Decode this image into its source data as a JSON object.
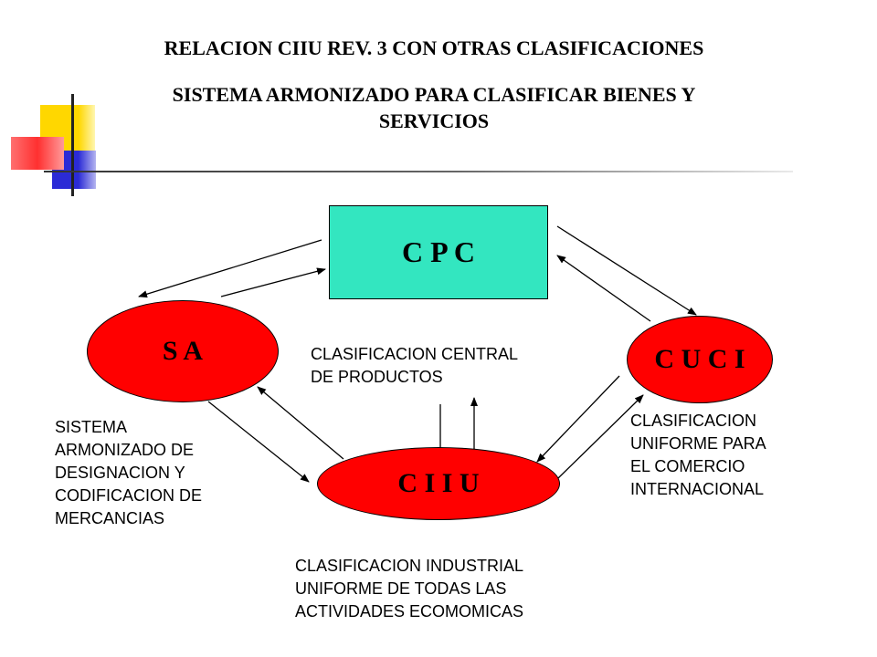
{
  "title": {
    "line1": "RELACION CIIU REV. 3 CON OTRAS CLASIFICACIONES",
    "line2": "SISTEMA ARMONIZADO PARA CLASIFICAR BIENES Y",
    "line3": "SERVICIOS"
  },
  "nodes": {
    "cpc": {
      "label": "C P C",
      "color": "#33e6c0"
    },
    "sa": {
      "label": "S A",
      "color": "#ff0000"
    },
    "cuci": {
      "label": "C U C I",
      "color": "#ff0000"
    },
    "ciiu": {
      "label": "C I I U",
      "color": "#ff0000"
    }
  },
  "descriptions": {
    "cpc": [
      "CLASIFICACION CENTRAL",
      "DE PRODUCTOS"
    ],
    "sa": [
      "SISTEMA",
      "ARMONIZADO DE",
      "DESIGNACION Y",
      "CODIFICACION DE",
      "MERCANCIAS"
    ],
    "cuci": [
      "CLASIFICACION",
      "UNIFORME PARA",
      "EL COMERCIO",
      "INTERNACIONAL"
    ],
    "ciiu": [
      "CLASIFICACION INDUSTRIAL",
      "UNIFORME DE TODAS LAS",
      "ACTIVIDADES ECOMOMICAS"
    ]
  },
  "decoration": {
    "yellow": "#ffd700",
    "blue": "#2b2bd6",
    "red": "#ff3030"
  }
}
